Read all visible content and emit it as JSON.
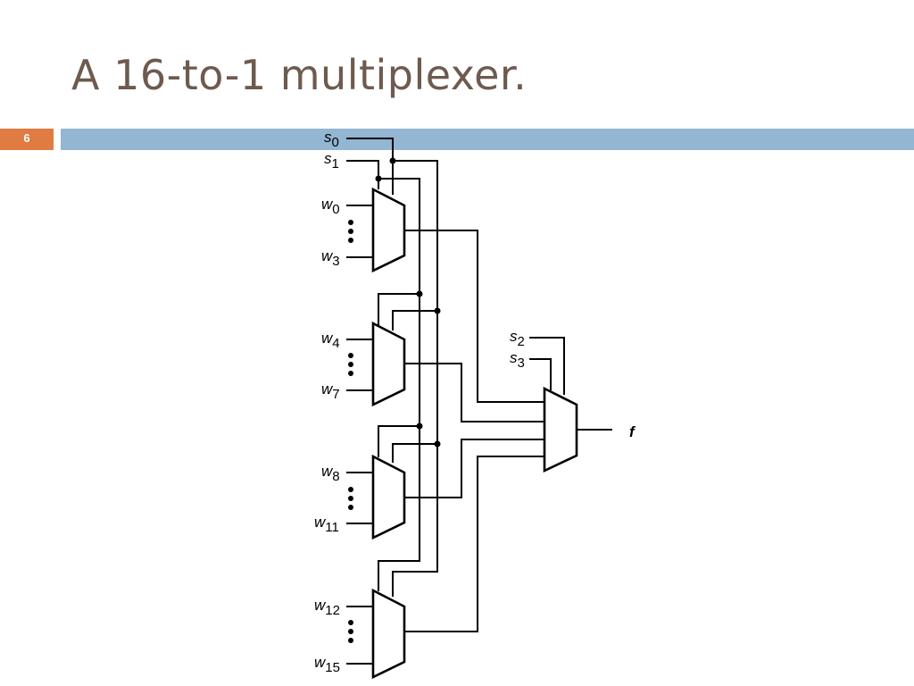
{
  "slide": {
    "title": "A 16-to-1 multiplexer.",
    "number": "6",
    "accent_color": "#e07b41",
    "bar_color": "#93b6d3",
    "title_color": "#6e5a4f"
  },
  "diagram": {
    "select_labels": [
      {
        "base": "s",
        "sub": "0"
      },
      {
        "base": "s",
        "sub": "1"
      },
      {
        "base": "s",
        "sub": "2"
      },
      {
        "base": "s",
        "sub": "3"
      }
    ],
    "mux_inputs": [
      {
        "top": {
          "base": "w",
          "sub": "0"
        },
        "bottom": {
          "base": "w",
          "sub": "3"
        }
      },
      {
        "top": {
          "base": "w",
          "sub": "4"
        },
        "bottom": {
          "base": "w",
          "sub": "7"
        }
      },
      {
        "top": {
          "base": "w",
          "sub": "8"
        },
        "bottom": {
          "base": "w",
          "sub": "11"
        }
      },
      {
        "top": {
          "base": "w",
          "sub": "12"
        },
        "bottom": {
          "base": "w",
          "sub": "15"
        }
      }
    ],
    "output_label": "f"
  }
}
